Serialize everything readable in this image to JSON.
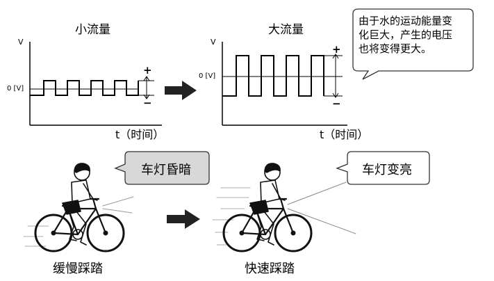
{
  "left_chart": {
    "title": "小流量",
    "y_axis_label": "V",
    "zero_label": "0 [V]",
    "x_axis_label": "t（时间）",
    "plus": "+",
    "minus": "−"
  },
  "right_chart": {
    "title": "大流量",
    "y_axis_label": "V",
    "zero_label": "0 [V]",
    "x_axis_label": "t（时间）",
    "plus": "+",
    "minus": "−"
  },
  "note_bubble": {
    "line1": "由于水的运动能量变",
    "line2": "化巨大，产生的电压",
    "line3": "也将变得更大。"
  },
  "left_scene": {
    "speech": "车灯昏暗",
    "caption": "缓慢踩踏",
    "speech_fill": "#d8d8d8"
  },
  "right_scene": {
    "speech": "车灯变亮",
    "caption": "快速踩踏",
    "speech_fill": "#ffffff"
  },
  "icons": {
    "top_arrow": "right-arrow-icon",
    "bottom_arrow": "right-arrow-icon"
  }
}
